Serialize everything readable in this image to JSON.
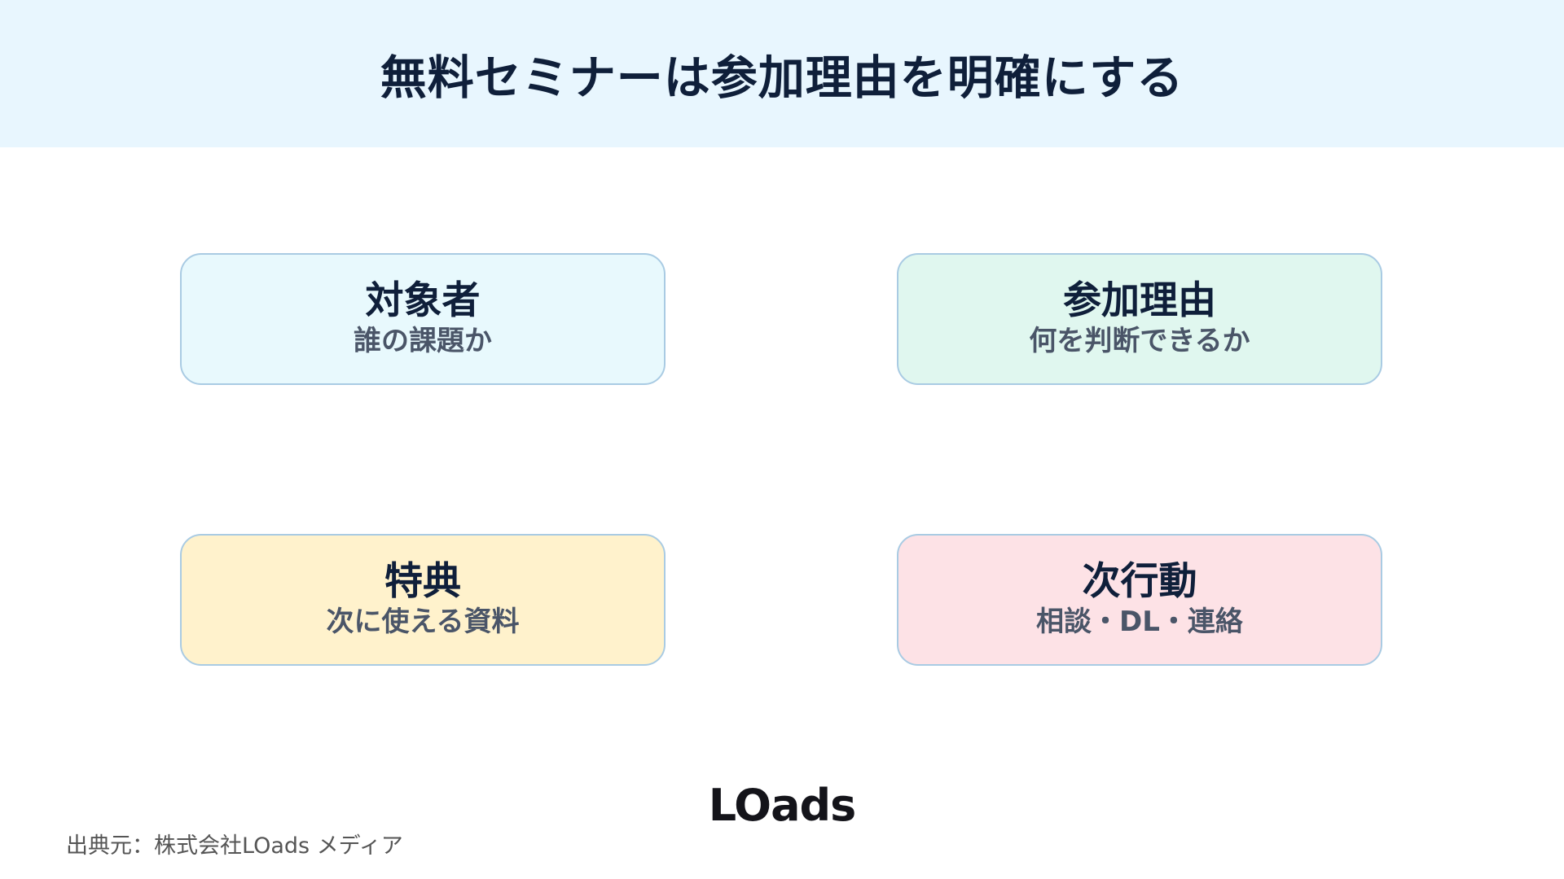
{
  "header": {
    "title": "無料セミナーは参加理由を明確にする"
  },
  "colors": {
    "header_bg": "#e8f6fe",
    "title_text": "#0f1f3a",
    "card_border": "#a9cbe3",
    "subtitle_text": "#4a5568"
  },
  "cards": [
    {
      "title": "対象者",
      "subtitle": "誰の課題か",
      "bg": "#e8f9fd"
    },
    {
      "title": "参加理由",
      "subtitle": "何を判断できるか",
      "bg": "#e0f7ef"
    },
    {
      "title": "特典",
      "subtitle": "次に使える資料",
      "bg": "#fff2cc"
    },
    {
      "title": "次行動",
      "subtitle": "相談・DL・連絡",
      "bg": "#fde2e6"
    }
  ],
  "logo": {
    "text": "LOads"
  },
  "footer": {
    "source": "出典元：株式会社LOads メディア"
  }
}
